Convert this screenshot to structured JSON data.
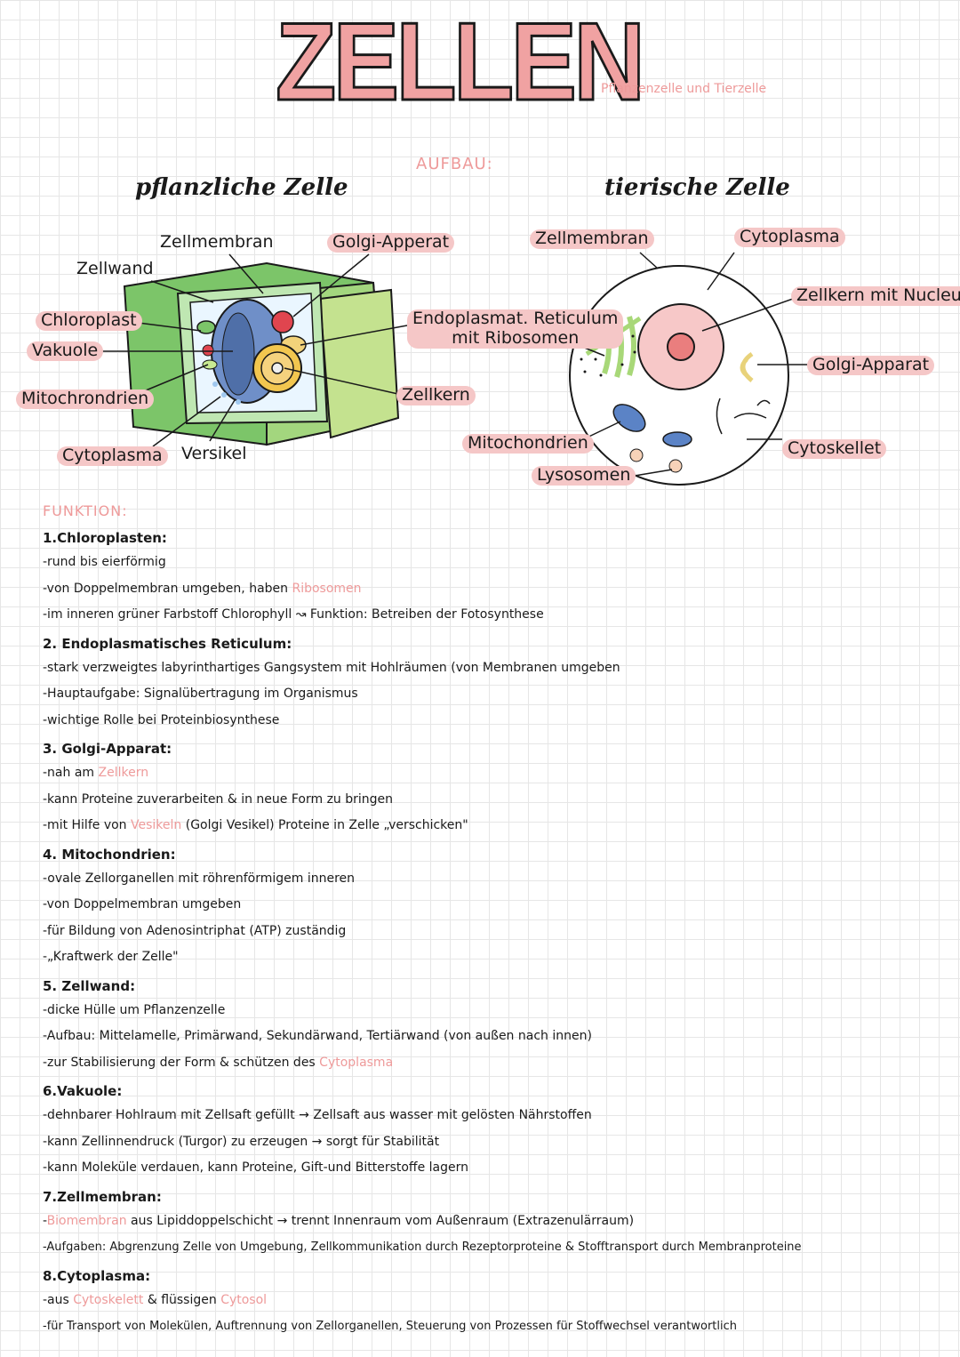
{
  "title": "ZELLEN",
  "subtitle": "Pflanzenzelle und Tierzelle",
  "aufbau": "AUFBAU:",
  "plant": {
    "heading": "pflanzliche Zelle",
    "labels": {
      "zellmembran": "Zellmembran",
      "golgi": "Golgi-Apperat",
      "zellwand": "Zellwand",
      "chloroplast": "Chloroplast",
      "vakuole": "Vakuole",
      "mitochondrien": "Mitochrondrien",
      "cytoplasma": "Cytoplasma",
      "versikel": "Versikel",
      "er_line1": "Endoplasmat. Reticulum",
      "er_line2": "mit Ribosomen",
      "zellkern": "Zellkern"
    }
  },
  "animal": {
    "heading": "tierische Zelle",
    "labels": {
      "zellmembran": "Zellmembran",
      "cytoplasma": "Cytoplasma",
      "zellkern": "Zellkern mit Nucleus",
      "golgi": "Golgi-Apparat",
      "cytoskellet": "Cytoskellet",
      "mitochondrien": "Mitochondrien",
      "lysosomen": "Lysosomen"
    }
  },
  "funktion": {
    "heading": "FUNKTION:",
    "s1": {
      "title": "1.Chloroplasten:",
      "l1": "-rund bis eierförmig",
      "l2a": "-von Doppelmembran umgeben, haben ",
      "l2b": "Ribosomen",
      "l3": "-im inneren grüner Farbstoff Chlorophyll ↝ Funktion: Betreiben der Fotosynthese"
    },
    "s2": {
      "title": "2. Endoplasmatisches Reticulum:",
      "l1": "-stark verzweigtes labyrinthartiges Gangsystem mit Hohlräumen (von Membranen umgeben",
      "l2": "-Hauptaufgabe: Signalübertragung im Organismus",
      "l3": "-wichtige Rolle bei Proteinbiosynthese"
    },
    "s3": {
      "title": "3. Golgi-Apparat:",
      "l1a": "-nah am ",
      "l1b": "Zellkern",
      "l2": "-kann Proteine zuverarbeiten & in neue Form zu bringen",
      "l3a": "-mit Hilfe von ",
      "l3b": "Vesikeln",
      "l3c": " (Golgi Vesikel) Proteine in Zelle „verschicken\""
    },
    "s4": {
      "title": "4. Mitochondrien:",
      "l1": "-ovale Zellorganellen mit röhrenförmigem inneren",
      "l2": "-von Doppelmembran umgeben",
      "l3": "-für Bildung von Adenosintriphat (ATP) zuständig",
      "l4": "-„Kraftwerk der Zelle\""
    },
    "s5": {
      "title": "5. Zellwand:",
      "l1": "-dicke Hülle um Pflanzenzelle",
      "l2": "-Aufbau: Mittelamelle, Primärwand, Sekundärwand, Tertiärwand (von außen nach innen)",
      "l3a": "-zur Stabilisierung der Form & schützen des ",
      "l3b": "Cytoplasma"
    },
    "s6": {
      "title": "6.Vakuole:",
      "l1": "-dehnbarer Hohlraum mit Zellsaft gefüllt → Zellsaft aus wasser mit gelösten Nährstoffen",
      "l2": "-kann Zellinnendruck (Turgor) zu erzeugen → sorgt für Stabilität",
      "l3": "-kann Moleküle verdauen, kann Proteine, Gift-und Bitterstoffe lagern"
    },
    "s7": {
      "title": "7.Zellmembran:",
      "l1a": "Biomembran",
      "l1b": " aus Lipiddoppelschicht → trennt Innenraum vom Außenraum (Extrazenulärraum)",
      "l2": "-Aufgaben: Abgrenzung Zelle von Umgebung, Zellkommunikation durch Rezeptorproteine & Stofftransport durch Membranproteine"
    },
    "s8": {
      "title": "8.Cytoplasma:",
      "l1a": "-aus ",
      "l1b": "Cytoskelett",
      "l1c": " & flüssigen ",
      "l1d": "Cytosol",
      "l2": "-für Transport von Molekülen, Auftrennung von Zellorganellen, Steuerung von Prozessen für Stoffwechsel verantwortlich"
    }
  },
  "colors": {
    "accent": "#ee9a9a",
    "highlight": "#f5c7c7",
    "wall": "#8fcf6f",
    "nucleus": "#6f8fc8"
  }
}
